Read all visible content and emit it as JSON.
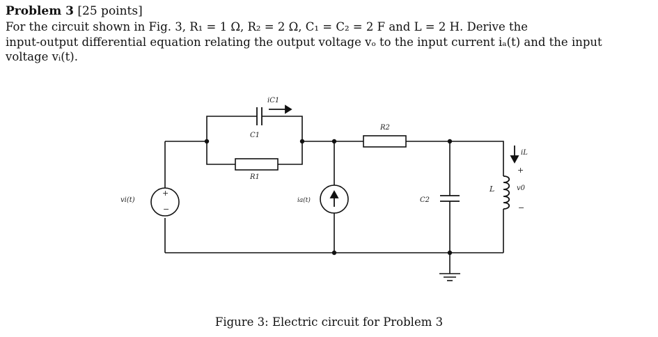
{
  "problem": {
    "title": "Problem 3",
    "points": "[25 points]",
    "statement_lines": [
      "For the circuit shown in Fig. 3, R₁ = 1 Ω, R₂ = 2 Ω, C₁ = C₂ = 2 F and L = 2 H. Derive the",
      "input-output differential equation relating the output voltage vₒ to the input current iₐ(t) and the input",
      "voltage vᵢ(t)."
    ]
  },
  "circuit": {
    "labels": {
      "ic1": "iC1",
      "c1": "C1",
      "r1": "R1",
      "r2": "R2",
      "vi": "vi(t)",
      "ia": "ia(t)",
      "c2": "C2",
      "l": "L",
      "il": "iL",
      "plus": "+",
      "minus": "−",
      "vo": "v0",
      "vo_minus": "−"
    }
  },
  "caption": "Figure 3: Electric circuit for Problem 3"
}
